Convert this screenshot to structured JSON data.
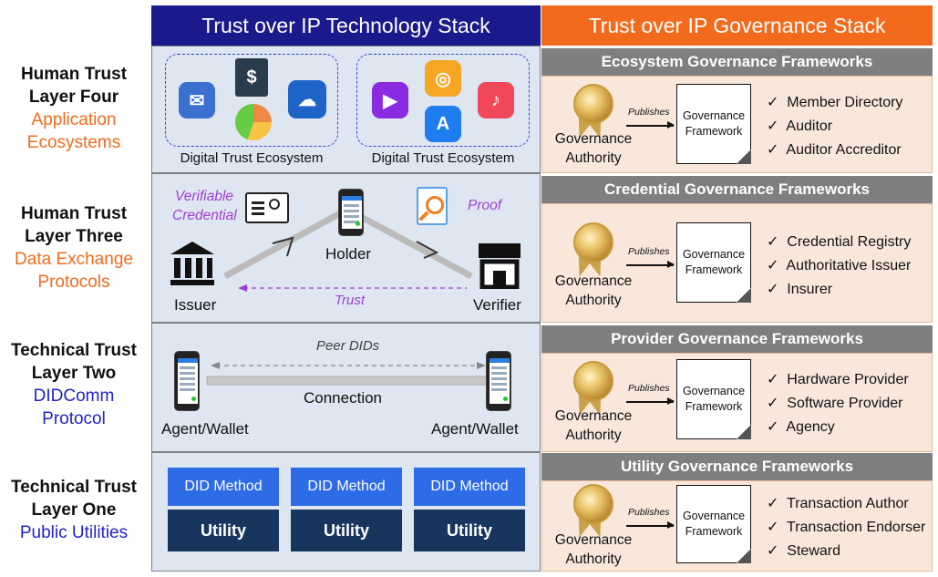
{
  "headers": {
    "tech": "Trust over IP Technology Stack",
    "gov": "Trust over IP Governance Stack"
  },
  "layers": [
    {
      "line1": "Human Trust",
      "line2": "Layer Four",
      "sub1": "Application",
      "sub2": "Ecosystems",
      "sub_color": "#f26b1d"
    },
    {
      "line1": "Human Trust",
      "line2": "Layer Three",
      "sub1": "Data Exchange",
      "sub2": "Protocols",
      "sub_color": "#f26b1d"
    },
    {
      "line1": "Technical Trust",
      "line2": "Layer Two",
      "sub1": "DIDComm",
      "sub2": "Protocol",
      "sub_color": "#2222cc"
    },
    {
      "line1": "Technical Trust",
      "line2": "Layer One",
      "sub1": "Public Utilities",
      "sub2": "",
      "sub_color": "#2222cc"
    }
  ],
  "layer4": {
    "ecosystem_label_1": "Digital Trust Ecosystem",
    "ecosystem_label_2": "Digital Trust Ecosystem",
    "icons_1": [
      "mail-icon",
      "invoice-icon",
      "cloud-icon",
      "pie-chart-icon"
    ],
    "icons_2": [
      "video-icon",
      "record-icon",
      "app-store-icon",
      "music-icon"
    ]
  },
  "layer3": {
    "verifiable": "Verifiable",
    "credential": "Credential",
    "holder": "Holder",
    "proof": "Proof",
    "issuer": "Issuer",
    "verifier": "Verifier",
    "trust": "Trust"
  },
  "layer2": {
    "peer_dids": "Peer DIDs",
    "connection": "Connection",
    "agent_left": "Agent/Wallet",
    "agent_right": "Agent/Wallet"
  },
  "layer1": {
    "did_method": "DID Method",
    "utility": "Utility"
  },
  "gov": [
    {
      "title": "Ecosystem Governance Frameworks",
      "authority1": "Governance",
      "authority2": "Authority",
      "publishes": "Publishes",
      "doc1": "Governance",
      "doc2": "Framework",
      "items": [
        "Member Directory",
        "Auditor",
        "Auditor Accreditor"
      ]
    },
    {
      "title": "Credential Governance Frameworks",
      "authority1": "Governance",
      "authority2": "Authority",
      "publishes": "Publishes",
      "doc1": "Governance",
      "doc2": "Framework",
      "items": [
        "Credential Registry",
        "Authoritative Issuer",
        "Insurer"
      ]
    },
    {
      "title": "Provider Governance Frameworks",
      "authority1": "Governance",
      "authority2": "Authority",
      "publishes": "Publishes",
      "doc1": "Governance",
      "doc2": "Framework",
      "items": [
        "Hardware Provider",
        "Software Provider",
        "Agency"
      ]
    },
    {
      "title": "Utility Governance Frameworks",
      "authority1": "Governance",
      "authority2": "Authority",
      "publishes": "Publishes",
      "doc1": "Governance",
      "doc2": "Framework",
      "items": [
        "Transaction Author",
        "Transaction Endorser",
        "Steward"
      ]
    }
  ],
  "check_glyph": "✓",
  "colors": {
    "tech_header": "#1a1a8c",
    "gov_header": "#f26b1d",
    "gov_title": "#7f7f7f",
    "did_method": "#2e6be6",
    "utility": "#18355e"
  }
}
